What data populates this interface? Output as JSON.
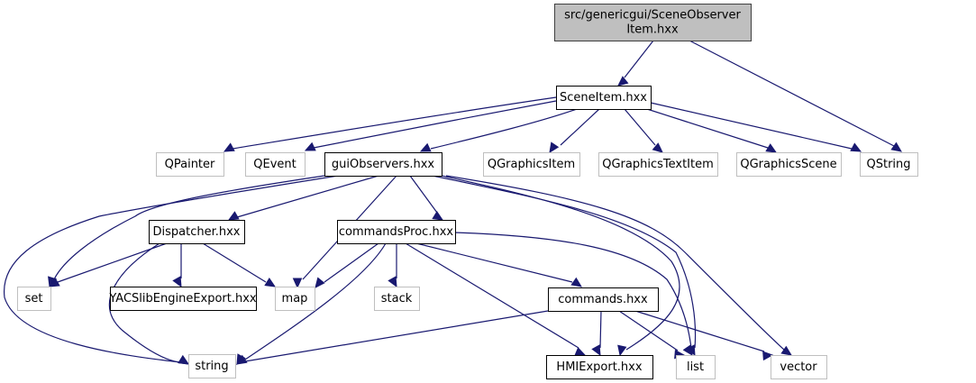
{
  "diagram": {
    "type": "include-dependency-graph",
    "colors": {
      "edge": "#191970",
      "root_fill": "#bfbfbf",
      "root_border": "#404040",
      "documented_border": "#000000",
      "external_border": "#bfbfbf",
      "node_fill": "#ffffff"
    },
    "nodes": [
      {
        "id": "root",
        "lines": [
          "src/genericgui/SceneObserver",
          "Item.hxx"
        ],
        "kind": "root"
      },
      {
        "id": "sceneitem",
        "lines": [
          "SceneItem.hxx"
        ],
        "kind": "documented"
      },
      {
        "id": "qpainter",
        "lines": [
          "QPainter"
        ],
        "kind": "external"
      },
      {
        "id": "qevent",
        "lines": [
          "QEvent"
        ],
        "kind": "external"
      },
      {
        "id": "guiobservers",
        "lines": [
          "guiObservers.hxx"
        ],
        "kind": "documented"
      },
      {
        "id": "qgraphicsitem",
        "lines": [
          "QGraphicsItem"
        ],
        "kind": "external"
      },
      {
        "id": "qgraphicstextitem",
        "lines": [
          "QGraphicsTextItem"
        ],
        "kind": "external"
      },
      {
        "id": "qgraphicsscene",
        "lines": [
          "QGraphicsScene"
        ],
        "kind": "external"
      },
      {
        "id": "qstring",
        "lines": [
          "QString"
        ],
        "kind": "external"
      },
      {
        "id": "dispatcher",
        "lines": [
          "Dispatcher.hxx"
        ],
        "kind": "documented"
      },
      {
        "id": "commandsproc",
        "lines": [
          "commandsProc.hxx"
        ],
        "kind": "documented"
      },
      {
        "id": "set",
        "lines": [
          "set"
        ],
        "kind": "external"
      },
      {
        "id": "yacslib",
        "lines": [
          "YACSlibEngineExport.hxx"
        ],
        "kind": "documented"
      },
      {
        "id": "map",
        "lines": [
          "map"
        ],
        "kind": "external"
      },
      {
        "id": "stack",
        "lines": [
          "stack"
        ],
        "kind": "external"
      },
      {
        "id": "commands",
        "lines": [
          "commands.hxx"
        ],
        "kind": "documented"
      },
      {
        "id": "string",
        "lines": [
          "string"
        ],
        "kind": "external"
      },
      {
        "id": "hmiexport",
        "lines": [
          "HMIExport.hxx"
        ],
        "kind": "documented"
      },
      {
        "id": "list",
        "lines": [
          "list"
        ],
        "kind": "external"
      },
      {
        "id": "vector",
        "lines": [
          "vector"
        ],
        "kind": "external"
      }
    ],
    "edges": [
      {
        "from": "root",
        "to": "sceneitem"
      },
      {
        "from": "root",
        "to": "qstring"
      },
      {
        "from": "sceneitem",
        "to": "qpainter"
      },
      {
        "from": "sceneitem",
        "to": "qevent"
      },
      {
        "from": "sceneitem",
        "to": "guiobservers"
      },
      {
        "from": "sceneitem",
        "to": "qgraphicsitem"
      },
      {
        "from": "sceneitem",
        "to": "qgraphicstextitem"
      },
      {
        "from": "sceneitem",
        "to": "qgraphicsscene"
      },
      {
        "from": "sceneitem",
        "to": "qstring"
      },
      {
        "from": "guiobservers",
        "to": "dispatcher"
      },
      {
        "from": "guiobservers",
        "to": "commandsproc"
      },
      {
        "from": "guiobservers",
        "to": "set"
      },
      {
        "from": "guiobservers",
        "to": "map"
      },
      {
        "from": "guiobservers",
        "to": "string"
      },
      {
        "from": "guiobservers",
        "to": "hmiexport"
      },
      {
        "from": "guiobservers",
        "to": "list"
      },
      {
        "from": "guiobservers",
        "to": "vector"
      },
      {
        "from": "dispatcher",
        "to": "set"
      },
      {
        "from": "dispatcher",
        "to": "yacslib"
      },
      {
        "from": "dispatcher",
        "to": "map"
      },
      {
        "from": "dispatcher",
        "to": "string"
      },
      {
        "from": "commandsproc",
        "to": "map"
      },
      {
        "from": "commandsproc",
        "to": "stack"
      },
      {
        "from": "commandsproc",
        "to": "commands"
      },
      {
        "from": "commandsproc",
        "to": "string"
      },
      {
        "from": "commandsproc",
        "to": "hmiexport"
      },
      {
        "from": "commandsproc",
        "to": "list"
      },
      {
        "from": "commands",
        "to": "string"
      },
      {
        "from": "commands",
        "to": "hmiexport"
      },
      {
        "from": "commands",
        "to": "list"
      },
      {
        "from": "commands",
        "to": "vector"
      }
    ]
  }
}
